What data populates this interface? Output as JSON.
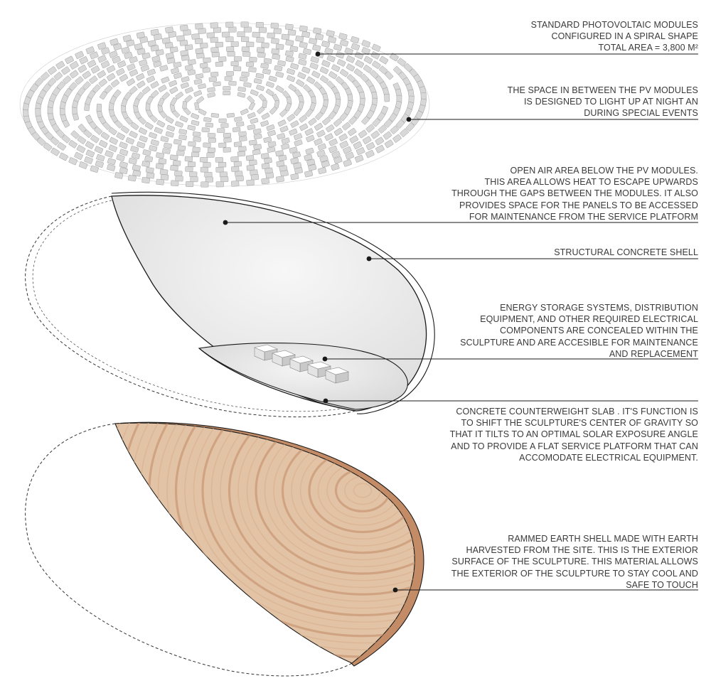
{
  "annotations": [
    {
      "id": "pv-modules",
      "lines": [
        "STANDARD PHOTOVOLTAIC MODULES",
        "CONFIGURED IN A SPIRAL SHAPE",
        "TOTAL AREA = 3,800 M²"
      ]
    },
    {
      "id": "pv-gaps",
      "lines": [
        "THE SPACE IN BETWEEN THE PV MODULES",
        "IS DESIGNED TO LIGHT UP AT NIGHT AN",
        "DURING SPECIAL EVENTS"
      ]
    },
    {
      "id": "open-air",
      "lines": [
        "OPEN AIR AREA BELOW THE PV MODULES.",
        "THIS AREA ALLOWS HEAT TO ESCAPE UPWARDS",
        "THROUGH THE GAPS BETWEEN THE MODULES. IT ALSO",
        "PROVIDES SPACE FOR THE PANELS TO BE ACCESSED",
        "FOR MAINTENANCE FROM THE SERVICE PLATFORM"
      ]
    },
    {
      "id": "concrete-shell",
      "lines": [
        "STRUCTURAL CONCRETE SHELL"
      ]
    },
    {
      "id": "energy-storage",
      "lines": [
        "ENERGY STORAGE SYSTEMS, DISTRIBUTION",
        "EQUIPMENT, AND OTHER  REQUIRED ELECTRICAL",
        "COMPONENTS ARE CONCEALED WITHIN THE",
        "SCULPTURE  AND ARE ACCESIBLE FOR MAINTENANCE",
        "AND REPLACEMENT"
      ]
    },
    {
      "id": "counterweight",
      "lines": [
        "CONCRETE COUNTERWEIGHT SLAB . IT'S FUNCTION IS",
        "TO  SHIFT THE SCULPTURE'S CENTER OF GRAVITY  SO",
        "THAT IT TILTS TO AN OPTIMAL SOLAR EXPOSURE ANGLE",
        "AND TO PROVIDE A FLAT SERVICE PLATFORM THAT CAN",
        "ACCOMODATE  ELECTRICAL EQUIPMENT."
      ]
    },
    {
      "id": "rammed-earth",
      "lines": [
        "RAMMED EARTH SHELL MADE WITH EARTH",
        "HARVESTED FROM THE SITE. THIS IS THE EXTERIOR",
        "SURFACE OF THE SCULPTURE. THIS MATERIAL ALLOWS",
        "THE EXTERIOR OF THE SCULPTURE TO STAY COOL AND",
        "SAFE TO TOUCH"
      ]
    }
  ],
  "colors": {
    "text": "#3a3a3a",
    "leader": "#1a1a1a",
    "pv_module_fill": "#d8d8d8",
    "pv_module_stroke": "#9a9a9a",
    "shell_inner": "#ececec",
    "earth_light": "#e6c9ad",
    "earth_dark": "#c99a77",
    "earth_rim": "#c48c66"
  },
  "equipment_count": 5
}
